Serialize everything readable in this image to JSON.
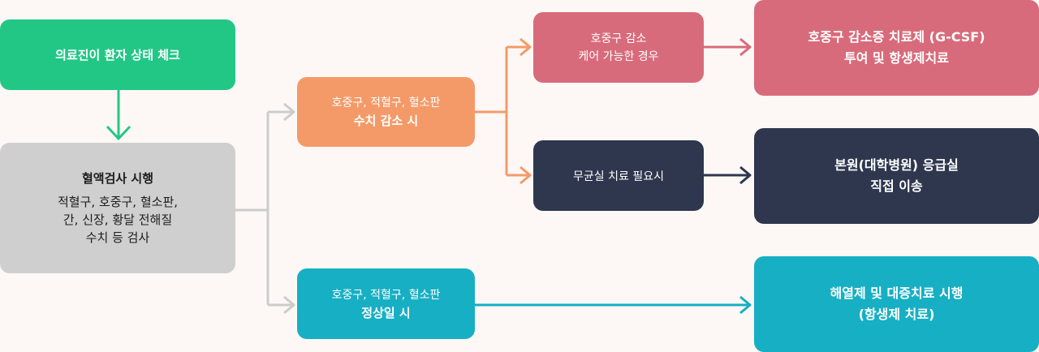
{
  "nodes": {
    "check": {
      "label": "의료진이 환자 상태 체크"
    },
    "blood_test": {
      "title": "혈액검사 시행",
      "lines": [
        "적혈구, 호중구, 혈소판,",
        "간, 신장, 황달 전해질",
        "수치 등 검사"
      ]
    },
    "decrease": {
      "line1": "호중구, 적혈구, 혈소판",
      "line2": "수치 감소 시"
    },
    "normal": {
      "line1": "호중구, 적혈구, 혈소판",
      "line2": "정상일 시"
    },
    "care_possible": {
      "line1": "호중구 감소",
      "line2": "케어 가능한 경우"
    },
    "germfree": {
      "label": "무균실 치료 필요시"
    },
    "gcsf": {
      "line1": "호중구 감소증 치료제 (G-CSF)",
      "line2": "투여 및 항생제치료"
    },
    "er_transfer": {
      "line1": "본원(대학병원) 응급실",
      "line2": "직접 이송"
    },
    "symptomatic": {
      "line1": "해열제 및 대증치료 시행",
      "line2": "(항생제 치료)"
    }
  },
  "colors": {
    "green": "#22c786",
    "gray": "#cfcfcf",
    "orange": "#f49a68",
    "pink": "#d86b7b",
    "navy": "#2e374e",
    "teal": "#17afc4",
    "connector_gray": "#cccccc"
  }
}
